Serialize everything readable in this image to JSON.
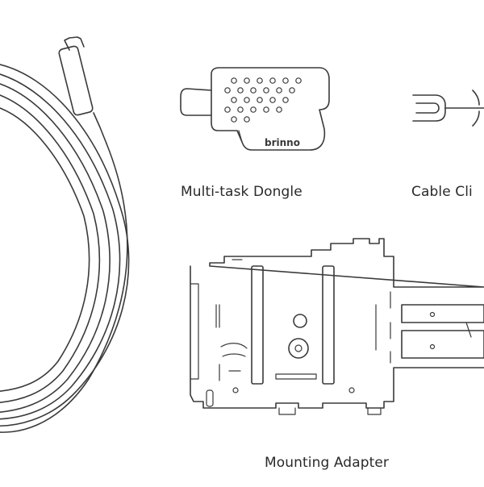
{
  "components": [
    {
      "id": "cable",
      "label": ""
    },
    {
      "id": "dongle",
      "label": "Multi-task Dongle",
      "logo_text": "brinno"
    },
    {
      "id": "cable-clip",
      "label": "Cable Cli"
    },
    {
      "id": "mounting-adapter",
      "label": "Mounting Adapter"
    }
  ],
  "colors": {
    "line": "#3a3a3a",
    "text": "#2a2a2a",
    "background": "#ffffff"
  }
}
